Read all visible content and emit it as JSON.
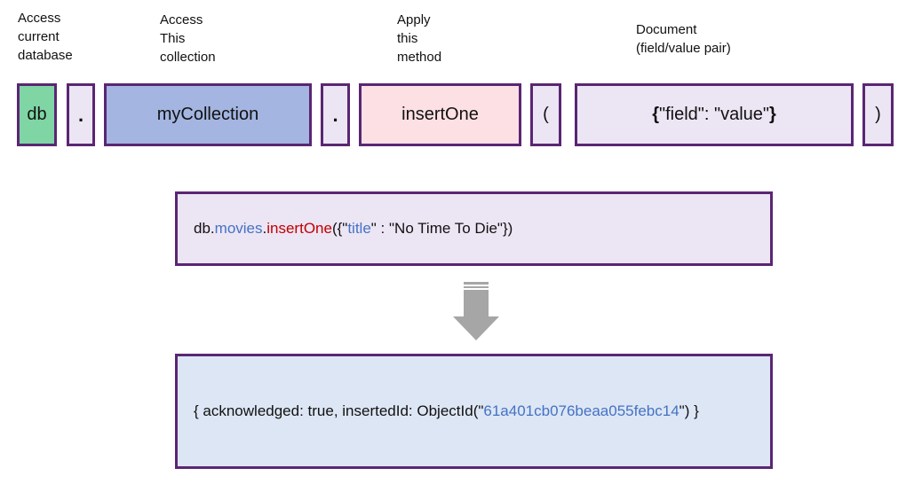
{
  "labels": {
    "db": "Access\ncurrent\ndatabase",
    "collection": "Access\nThis\ncollection",
    "method": "Apply\nthis\nmethod",
    "document": "Document\n(field/value pair)"
  },
  "syntax": {
    "db": "db",
    "dot1": ".",
    "collection": "myCollection",
    "dot2": ".",
    "method": "insertOne",
    "open_paren": "(",
    "doc_open_brace": "{",
    "doc_body": "\"field\": \"value\"",
    "doc_close_brace": "}",
    "close_paren": ")"
  },
  "example": {
    "db": "db",
    "dot1": ".",
    "collection": "movies",
    "dot2": ".",
    "method": "insertOne",
    "open": "({\"",
    "field": "title",
    "rest": "\" : \"No Time To Die\"})"
  },
  "result": {
    "prefix": "{ acknowledged: true, insertedId: ObjectId(\"",
    "object_id": "61a401cb076beaa055febc14",
    "suffix": "\") }"
  },
  "colors": {
    "db_box": "#7fd5a4",
    "collection_box": "#a3b5e0",
    "method_box": "#fde0e4",
    "document_box": "#ece5f4",
    "border": "#5a2673",
    "example_panel": "#ece5f4",
    "result_panel": "#dde6f4",
    "highlight_blue": "#4472c4",
    "highlight_red": "#c00000",
    "arrow": "#a6a6a6"
  }
}
